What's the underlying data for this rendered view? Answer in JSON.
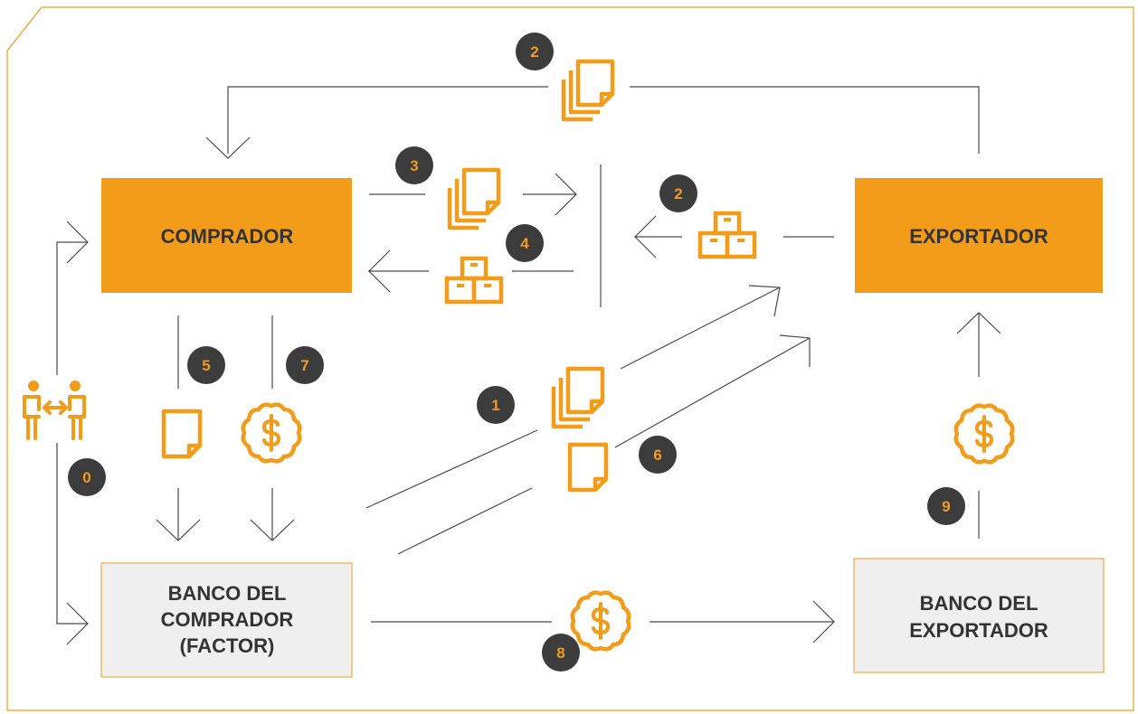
{
  "colors": {
    "accent": "#f39c1a",
    "box_fill_orange": "#f39c1a",
    "box_fill_gray": "#efefef",
    "badge": "#3c3c3c",
    "line": "#4a4a4a",
    "text_dark": "#333333"
  },
  "boxes": {
    "comprador": "COMPRADOR",
    "exportador": "EXPORTADOR",
    "banco_comprador": [
      "BANCO DEL",
      "COMPRADOR",
      "(FACTOR)"
    ],
    "banco_exportador": [
      "BANCO DEL",
      "EXPORTADOR"
    ]
  },
  "steps": [
    "0",
    "1",
    "2",
    "2",
    "3",
    "4",
    "5",
    "6",
    "7",
    "8",
    "9"
  ],
  "icons": {
    "documents": "documents-stack-icon",
    "document": "document-icon",
    "goods": "boxes-icon",
    "money": "dollar-seal-icon",
    "agreement": "people-agreement-icon"
  }
}
